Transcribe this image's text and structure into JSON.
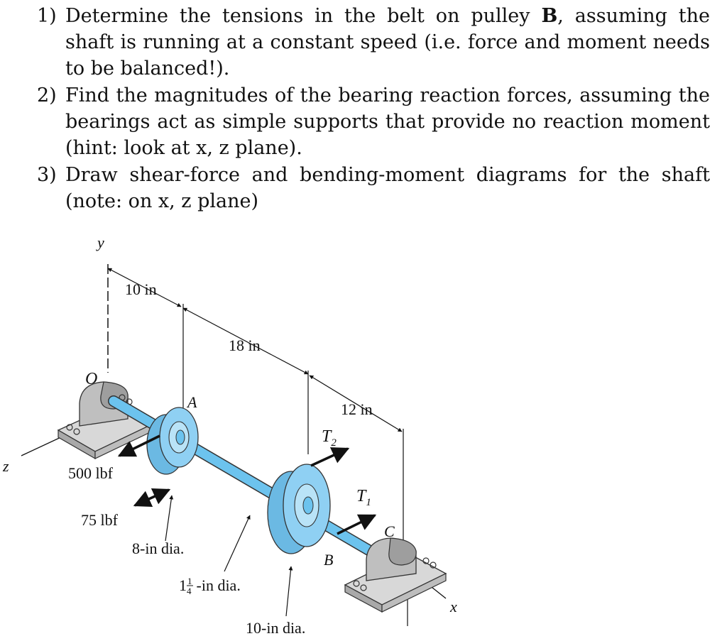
{
  "questions": [
    {
      "number": "1)",
      "text_before": "Determine the tensions in the belt on pulley ",
      "bold": "B",
      "text_after": ", assuming the shaft is running at a constant speed (i.e. force and moment needs to be balanced!)."
    },
    {
      "number": "2)",
      "text": "Find the magnitudes of the bearing reaction forces, assuming the bearings act as simple supports that provide no reaction moment (hint: look at x, z plane)."
    },
    {
      "number": "3)",
      "text": "Draw shear-force and bending-moment diagrams for the shaft (note: on x, z plane)"
    }
  ],
  "figure": {
    "axis_y": "y",
    "axis_z": "z",
    "axis_x": "x",
    "origin": "O",
    "point_a": "A",
    "point_b": "B",
    "point_c": "C",
    "dim_1": "10 in",
    "dim_2": "18 in",
    "dim_3": "12 in",
    "tension_2": "T",
    "tension_2_sub": "2",
    "tension_1": "T",
    "tension_1_sub": "1",
    "force_1": "500 lbf",
    "force_2": "75 lbf",
    "dia_a": "8-in dia.",
    "dia_shaft_whole": "1",
    "dia_shaft_num": "1",
    "dia_shaft_den": "4",
    "dia_shaft_unit": "-in dia.",
    "dia_b": "10-in dia."
  },
  "colors": {
    "shaft": "#6cc3ee",
    "pulley": "#8fd0f3",
    "bearing": "#c9c9c9",
    "text": "#111111"
  }
}
